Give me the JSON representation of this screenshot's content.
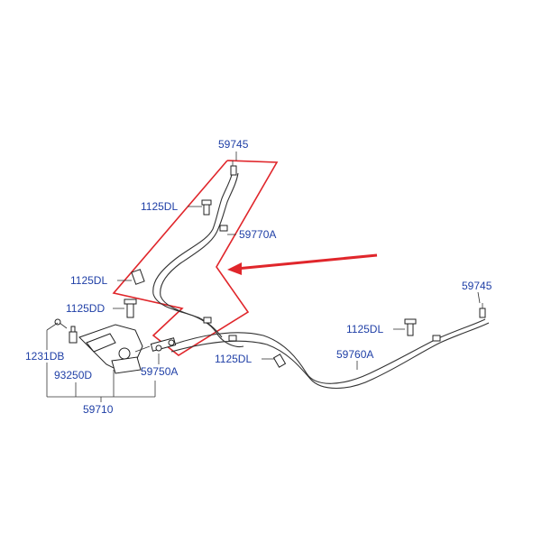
{
  "labels": {
    "p59745_top": "59745",
    "p1125DL_a": "1125DL",
    "p59770A": "59770A",
    "p1125DL_b": "1125DL",
    "p1125DD": "1125DD",
    "p1231DB": "1231DB",
    "p93250D": "93250D",
    "p59750A": "59750A",
    "p59710": "59710",
    "p1125DL_c": "1125DL",
    "p59760A": "59760A",
    "p1125DL_d": "1125DL",
    "p59745_right": "59745"
  },
  "colors": {
    "label": "#1f3fa6",
    "highlight": "#e0262b",
    "line": "#333333"
  }
}
